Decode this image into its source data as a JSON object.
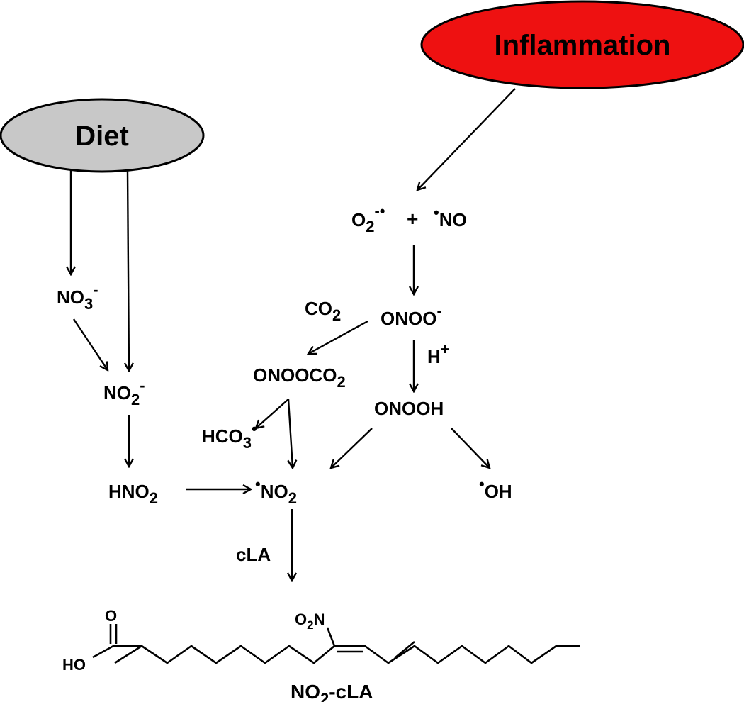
{
  "nodes": {
    "inflammation": {
      "label": "Inflammation",
      "fill": "#ee1111"
    },
    "diet": {
      "label": "Diet",
      "fill": "#c8c8c8"
    }
  },
  "species": {
    "superoxide": {
      "base": "O",
      "sub": "2",
      "sup": "-•"
    },
    "plus": "+",
    "nitric_oxide": {
      "dot": "•",
      "base": "NO"
    },
    "peroxynitrite": {
      "base": "ONOO",
      "sup": "-"
    },
    "co2": {
      "base": "CO",
      "sub": "2"
    },
    "proton": {
      "base": "H",
      "sup": "+"
    },
    "nitrosoperoxycarbonate": {
      "base": "ONOOCO",
      "sub": "2"
    },
    "peroxynitrous_acid": {
      "base": "ONOOH"
    },
    "carbonate_radical": {
      "base": "HCO",
      "sub": "3",
      "sup": "•"
    },
    "nitrogen_dioxide": {
      "dot": "•",
      "base": "NO",
      "sub": "2"
    },
    "hydroxyl": {
      "dot": "•",
      "base": "OH"
    },
    "nitrate": {
      "base": "NO",
      "sub": "3",
      "sup": "-"
    },
    "nitrite": {
      "base": "NO",
      "sub": "2",
      "sup": "-"
    },
    "nitrous_acid": {
      "base": "HNO",
      "sub": "2"
    },
    "cla": {
      "base": "cLA"
    }
  },
  "structure": {
    "carbonyl_o": "O",
    "hydroxyl": "HO",
    "nitro_group": {
      "base": "O",
      "sub": "2",
      "tail": "N"
    },
    "name": {
      "base": "NO",
      "sub": "2",
      "tail": "-cLA"
    }
  }
}
